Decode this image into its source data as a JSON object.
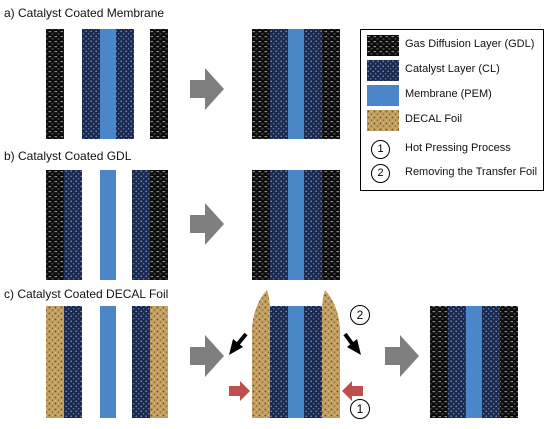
{
  "sections": {
    "a": {
      "title": "a) Catalyst Coated Membrane"
    },
    "b": {
      "title": "b) Catalyst Coated GDL"
    },
    "c": {
      "title": "c) Catalyst Coated DECAL Foil"
    }
  },
  "legend": {
    "layers": [
      {
        "key": "gdl",
        "label": "Gas Diffusion Layer (GDL)"
      },
      {
        "key": "cl",
        "label": "Catalyst Layer (CL)"
      },
      {
        "key": "pem",
        "label": "Membrane (PEM)"
      },
      {
        "key": "decal",
        "label": "DECAL Foil"
      }
    ],
    "steps": [
      {
        "number": "1",
        "label": "Hot Pressing Process"
      },
      {
        "number": "2",
        "label": "Removing the Transfer Foil"
      }
    ]
  },
  "markers": {
    "hot_pressing": "1",
    "removing_foil": "2"
  },
  "colors": {
    "gdl_base": "#0b0b0b",
    "gdl_speck": "#8a8a8a",
    "cl_base": "#1a2a4e",
    "cl_speck": "#7f92c0",
    "pem": "#4a86c8",
    "decal_base": "#c2a064",
    "decal_speck": "#6e4f22",
    "flow_arrow": "#7f7f7f",
    "peel_arrow": "#000000",
    "press_arrow": "#c0504d"
  }
}
